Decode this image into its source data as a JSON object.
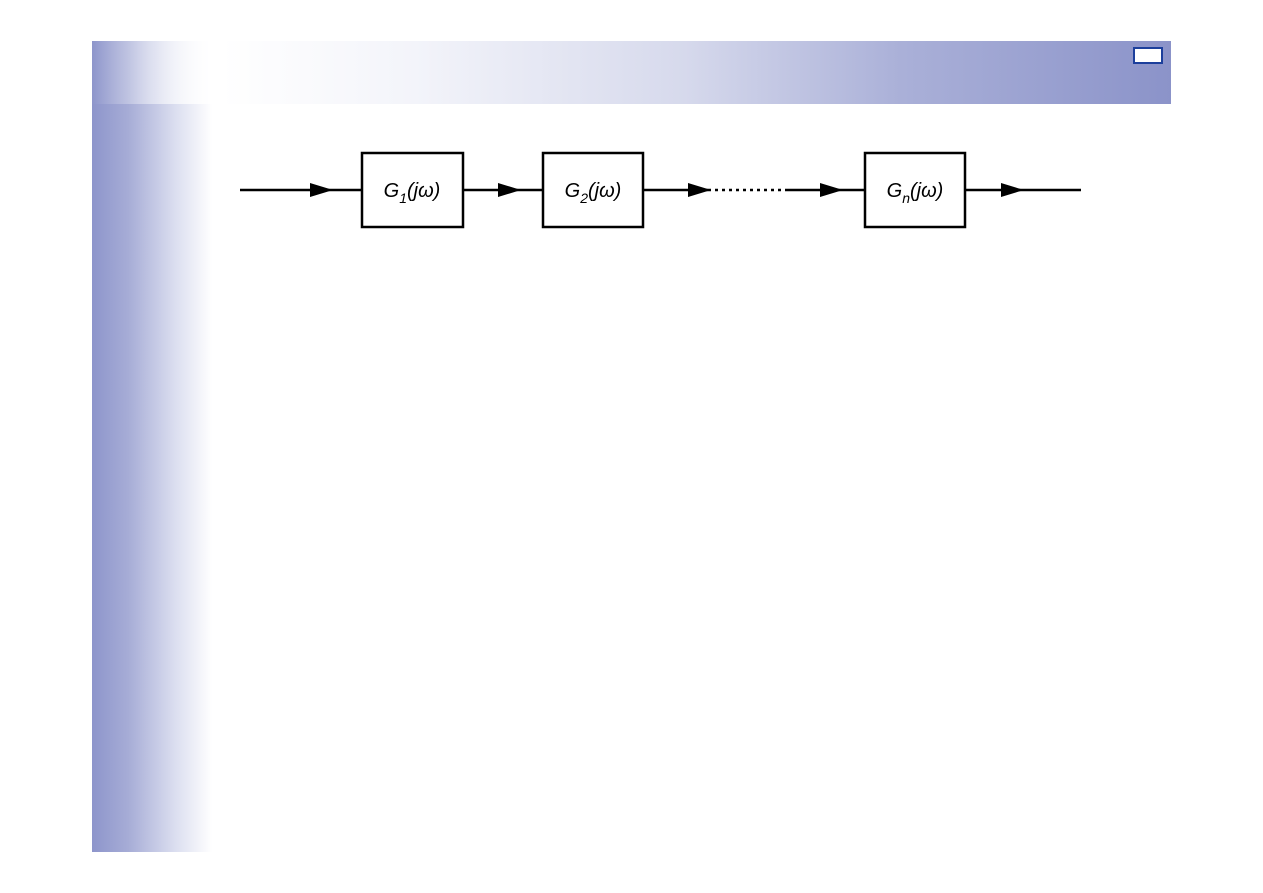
{
  "diagram": {
    "blocks": [
      {
        "id": "g1",
        "base": "G",
        "sub": "1",
        "arg": "(jω)"
      },
      {
        "id": "g2",
        "base": "G",
        "sub": "2",
        "arg": "(jω)"
      },
      {
        "id": "gn",
        "base": "G",
        "sub": "n",
        "arg": "(jω)"
      }
    ]
  },
  "colors": {
    "accent_band": "#8d95cb",
    "corner_box_border": "#1c3f9c",
    "line": "#000000"
  }
}
